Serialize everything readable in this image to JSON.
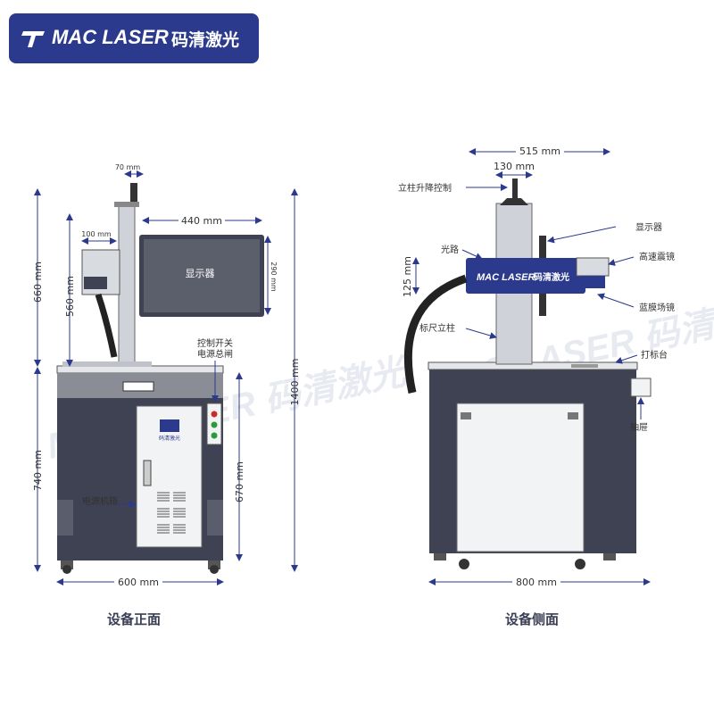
{
  "brand": {
    "name": "MAC LASER",
    "name_cn": "码清激光",
    "color": "#2b3a8c",
    "front_small_logo": "码清激光",
    "watermark": "MAC LASER 码清激光"
  },
  "front_view": {
    "caption": "设备正面",
    "labels": {
      "display": "显示器",
      "control_switch": "控制开关",
      "main_power": "电源总闸",
      "power_cabinet": "电源机箱"
    },
    "dims": {
      "d70": "70 mm",
      "d440": "440 mm",
      "d100": "100 mm",
      "d290": "290 mm",
      "d660": "660 mm",
      "d560": "560 mm",
      "d1400": "1400 mm",
      "d740": "740 mm",
      "d670": "670 mm",
      "d600": "600 mm"
    }
  },
  "side_view": {
    "caption": "设备侧面",
    "labels": {
      "column_lift": "立柱升降控制",
      "display": "显示器",
      "light_path": "光路",
      "galvo": "高速震镜",
      "field_lens": "蓝膜场镜",
      "scale_column": "标尺立柱",
      "marking_table": "打标台",
      "drawer": "抽屉"
    },
    "dims": {
      "d515": "515 mm",
      "d130": "130 mm",
      "d125": "125 mm",
      "d800": "800 mm"
    }
  },
  "colors": {
    "cabinet": "#3e4252",
    "panel": "#f2f3f5",
    "dim_line": "#2b3a8c",
    "pillar": "#cfd2d8"
  }
}
